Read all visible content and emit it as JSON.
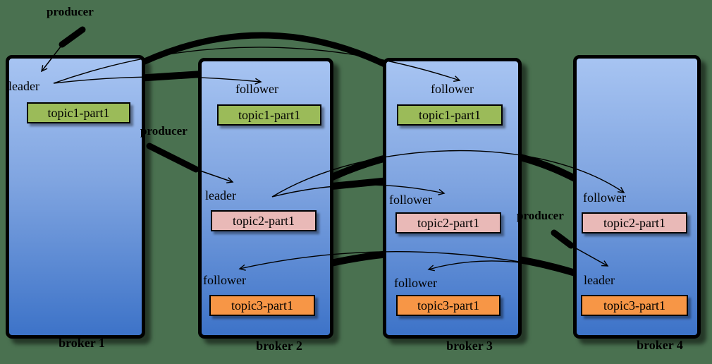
{
  "diagram": {
    "title_hint": "kafka topic partition replication",
    "producers": [
      {
        "label": "producer"
      },
      {
        "label": "producer"
      },
      {
        "label": "producer"
      }
    ],
    "brokers": [
      {
        "name": "broker 1",
        "partitions": [
          {
            "role": "leader",
            "topic": "topic1-part1",
            "color_key": "topic1"
          }
        ]
      },
      {
        "name": "broker 2",
        "partitions": [
          {
            "role": "follower",
            "topic": "topic1-part1",
            "color_key": "topic1"
          },
          {
            "role": "leader",
            "topic": "topic2-part1",
            "color_key": "topic2"
          },
          {
            "role": "follower",
            "topic": "topic3-part1",
            "color_key": "topic3"
          }
        ]
      },
      {
        "name": "broker 3",
        "partitions": [
          {
            "role": "follower",
            "topic": "topic1-part1",
            "color_key": "topic1"
          },
          {
            "role": "follower",
            "topic": "topic2-part1",
            "color_key": "topic2"
          },
          {
            "role": "follower",
            "topic": "topic3-part1",
            "color_key": "topic3"
          }
        ]
      },
      {
        "name": "broker 4",
        "partitions": [
          {
            "role": "follower",
            "topic": "topic2-part1",
            "color_key": "topic2"
          },
          {
            "role": "leader",
            "topic": "topic3-part1",
            "color_key": "topic3"
          }
        ]
      }
    ],
    "colors": {
      "background": "#4a7150",
      "broker_gradient_top": "#a7c4f2",
      "broker_gradient_bottom": "#3d73c8",
      "topic1": "#9bbb59",
      "topic2": "#e9b9b7",
      "topic3": "#f79646",
      "line": "#000000"
    }
  }
}
